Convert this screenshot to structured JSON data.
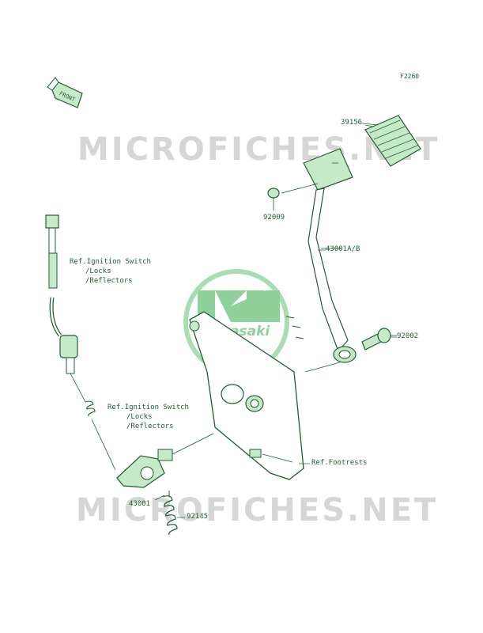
{
  "diagram_code": "F2260",
  "watermark_text": "MICROFICHES.NET",
  "brand_logo_text": "Kawasaki",
  "front_arrow_label": "FRONT",
  "labels": {
    "p39156": "39156",
    "p92009": "92009",
    "p43001ab": "43001A/B",
    "p92002": "92002",
    "ref_switch_1_line1": "Ref.Ignition Switch",
    "ref_switch_1_line2": "/Locks",
    "ref_switch_1_line3": "/Reflectors",
    "ref_switch_2_line1": "Ref.Ignition Switch",
    "ref_switch_2_line2": "/Locks",
    "ref_switch_2_line3": "/Reflectors",
    "ref_footrests": "Ref.Footrests",
    "p43001": "43001",
    "p92145": "92145"
  },
  "colors": {
    "line": "#1f5e32",
    "fill": "#c6e9c8",
    "watermark": "#d6d6d6",
    "logo": "#8fd19a"
  }
}
